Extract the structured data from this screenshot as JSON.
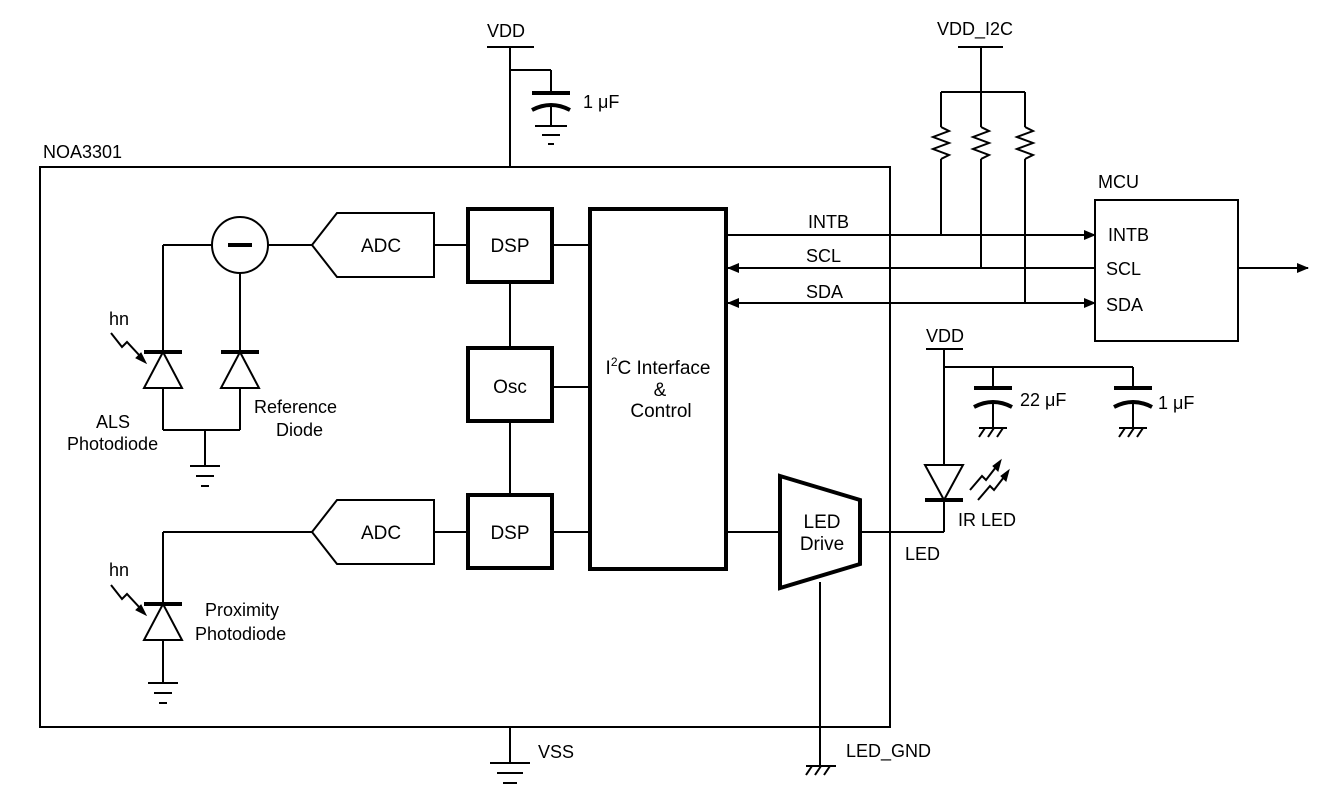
{
  "labels": {
    "vdd_top": "VDD",
    "vdd_i2c": "VDD_I2C",
    "cap_top": "1 μF",
    "chip_name": "NOA3301",
    "mcu": "MCU",
    "intb_line": "INTB",
    "scl_line": "SCL",
    "sda_line": "SDA",
    "mcu_intb": "INTB",
    "mcu_scl": "SCL",
    "mcu_sda": "SDA",
    "vdd_led": "VDD",
    "cap_22": "22 μF",
    "cap_1b": "1 μF",
    "ir_led": "IR LED",
    "led_pin": "LED",
    "led_gnd": "LED_GND",
    "vss": "VSS",
    "hn_als": "hn",
    "als_1": "ALS",
    "als_2": "Photodiode",
    "ref_1": "Reference",
    "ref_2": "Diode",
    "hn_prox": "hn",
    "prox_1": "Proximity",
    "prox_2": "Photodiode"
  },
  "blocks": {
    "adc_top": "ADC",
    "adc_bottom": "ADC",
    "dsp_top": "DSP",
    "dsp_bottom": "DSP",
    "osc": "Osc",
    "i2c_prefix": "I",
    "i2c_sup": "2",
    "i2c_rest": "C Interface",
    "i2c_amp": "&",
    "i2c_control": "Control",
    "led_drive_1": "LED",
    "led_drive_2": "Drive"
  }
}
